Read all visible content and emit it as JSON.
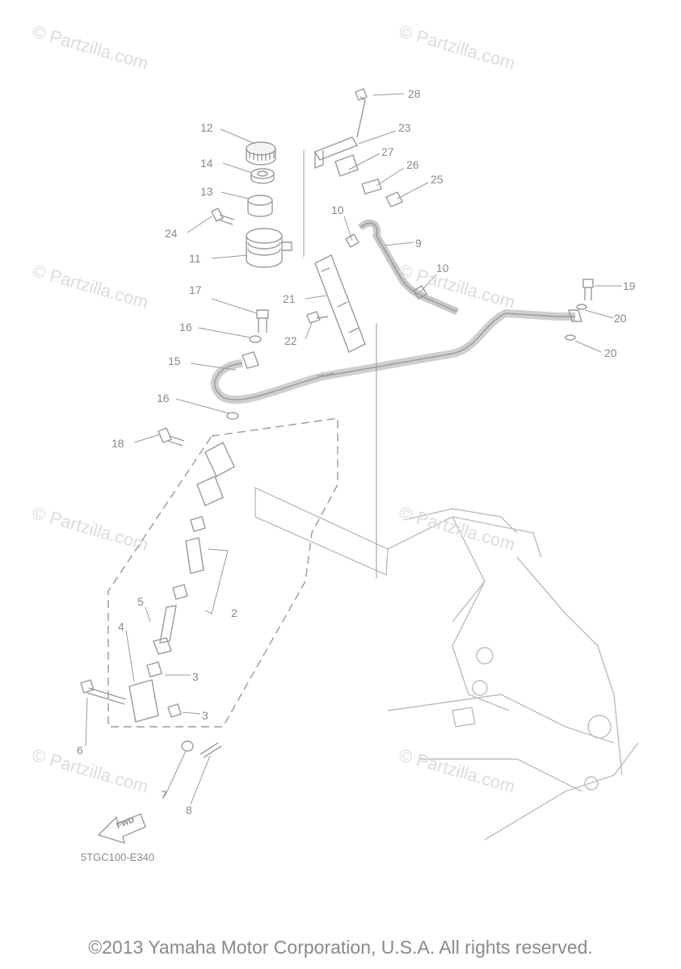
{
  "watermarks": [
    "© Partzilla.com",
    "© Partzilla.com",
    "© Partzilla.com",
    "© Partzilla.com",
    "© Partzilla.com",
    "© Partzilla.com",
    "© Partzilla.com",
    "© Partzilla.com"
  ],
  "callouts": [
    "28",
    "23",
    "27",
    "26",
    "25",
    "12",
    "14",
    "13",
    "24",
    "11",
    "10",
    "9",
    "10",
    "19",
    "20",
    "20",
    "17",
    "21",
    "16",
    "22",
    "15",
    "16",
    "18",
    "5",
    "2",
    "4",
    "3",
    "3",
    "6",
    "7",
    "8"
  ],
  "diagram_code": "5TGC100-E340",
  "fwd_label": "FWD",
  "copyright": "©2013 Yamaha Motor Corporation, U.S.A. All rights reserved."
}
